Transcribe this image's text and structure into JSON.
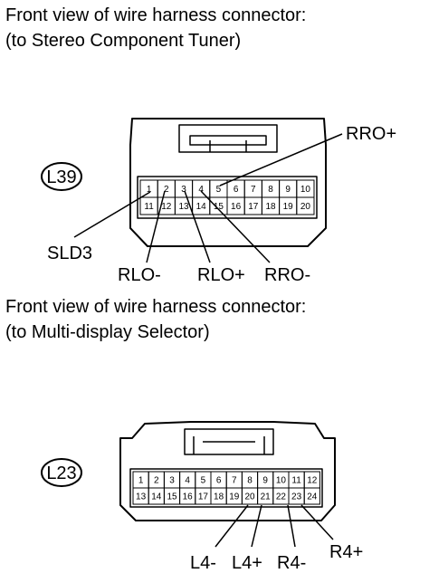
{
  "sections": [
    {
      "heading_line1": "Front view of wire harness connector:",
      "heading_line2": "(to Stereo Component Tuner)",
      "connector_id": "L39",
      "pins_row1": [
        "1",
        "2",
        "3",
        "4",
        "5",
        "6",
        "7",
        "8",
        "9",
        "10"
      ],
      "pins_row2": [
        "11",
        "12",
        "13",
        "14",
        "15",
        "16",
        "17",
        "18",
        "19",
        "20"
      ],
      "callouts": [
        "SLD3",
        "RLO-",
        "RLO+",
        "RRO-",
        "RRO+"
      ]
    },
    {
      "heading_line1": "Front view of wire harness connector:",
      "heading_line2": "(to Multi-display Selector)",
      "connector_id": "L23",
      "pins_row1": [
        "1",
        "2",
        "3",
        "4",
        "5",
        "6",
        "7",
        "8",
        "9",
        "10",
        "11",
        "12"
      ],
      "pins_row2": [
        "13",
        "14",
        "15",
        "16",
        "17",
        "18",
        "19",
        "20",
        "21",
        "22",
        "23",
        "24"
      ],
      "callouts": [
        "L4-",
        "L4+",
        "R4-",
        "R4+"
      ]
    }
  ]
}
